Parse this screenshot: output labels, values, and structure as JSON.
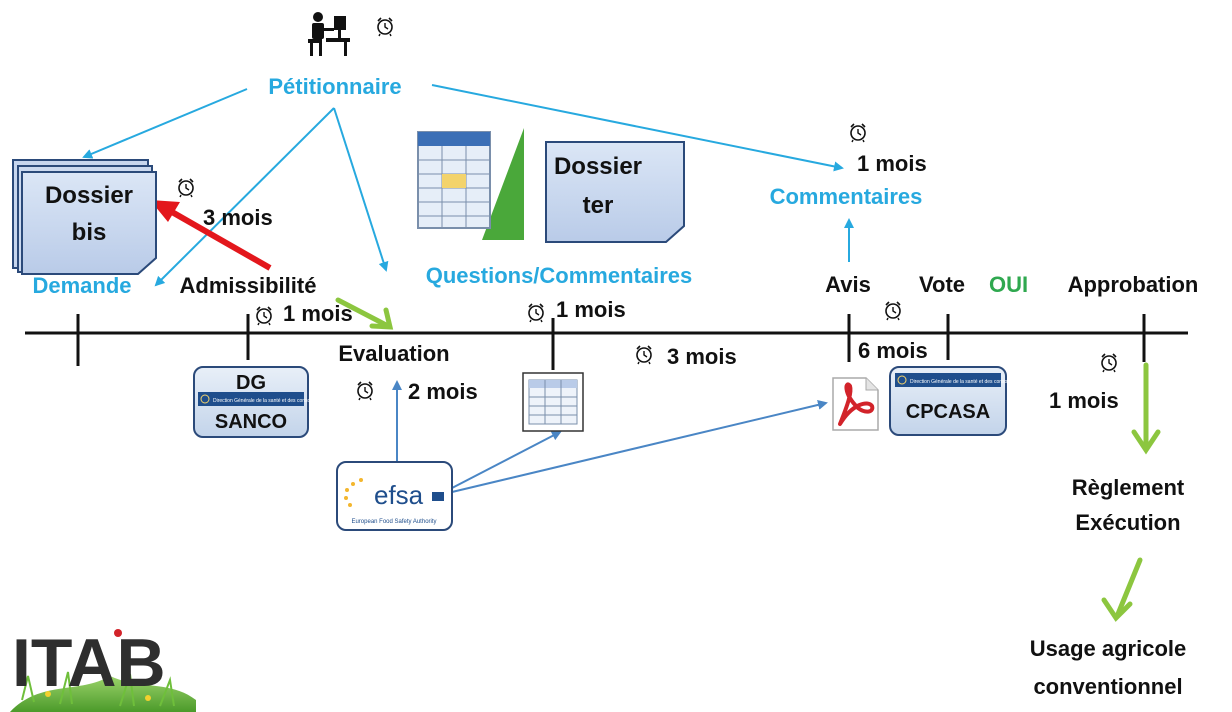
{
  "labels": {
    "petitionnaire": "Pétitionnaire",
    "demande": "Demande",
    "admissibilite": "Admissibilité",
    "questions": "Questions/Commentaires",
    "evaluation": "Evaluation",
    "avis": "Avis",
    "vote": "Vote",
    "oui": "OUI",
    "approbation": "Approbation",
    "commentaires": "Commentaires",
    "reglement_line1": "Règlement",
    "reglement_line2": "Exécution",
    "usage_line1": "Usage agricole",
    "usage_line2": "conventionnel"
  },
  "documents": {
    "dossier_bis_line1": "Dossier",
    "dossier_bis_line2": "bis",
    "dossier_ter_line1": "Dossier",
    "dossier_ter_line2": "ter"
  },
  "durations": {
    "bis_3_mois": "3 mois",
    "admiss_1_mois": "1 mois",
    "questions_1_mois": "1 mois",
    "eval_2_mois": "2 mois",
    "mid_3_mois": "3 mois",
    "avis_6_mois": "6 mois",
    "comment_1_mois": "1 mois",
    "approb_1_mois": "1 mois"
  },
  "organizations": {
    "dg_line1": "DG",
    "dg_line2": "SANCO",
    "cpcasa": "CPCASA",
    "efsa_name": "efsa",
    "efsa_sub": "European Food Safety Authority",
    "banner_small": "Direction Générale de la santé et des consommateurs"
  },
  "logo": {
    "text": "ITAB"
  },
  "icons": {
    "person": "person-at-desk-icon",
    "clock": "alarm-clock-icon",
    "table": "spreadsheet-icon",
    "pdf": "pdf-icon"
  },
  "colors": {
    "label_blue": "#27a9df",
    "arrow_blue": "#4a86c5",
    "arrow_green": "#8cc63f",
    "arrow_red": "#e3171c",
    "oui_green": "#2fa84f"
  }
}
